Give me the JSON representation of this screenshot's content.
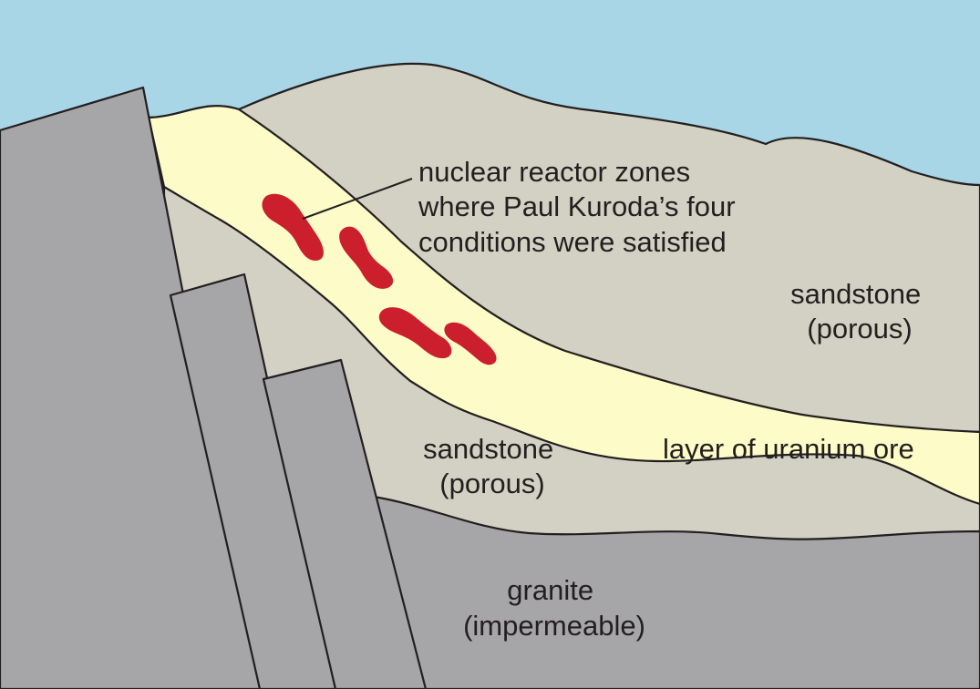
{
  "colors": {
    "sky": "#a8d6e6",
    "sandstone": "#d3d1c3",
    "uranium_ore": "#fdfbc7",
    "granite": "#a6a5a8",
    "reactor_zone": "#cb1f2e",
    "outline": "#231f20"
  },
  "labels": {
    "reactor_zones": [
      "nuclear reactor zones",
      "where Paul Kuroda’s four",
      "conditions were satisfied"
    ],
    "sandstone_upper": [
      "sandstone",
      "(porous)"
    ],
    "sandstone_lower": [
      "sandstone",
      "(porous)"
    ],
    "uranium_layer": "layer of uranium ore",
    "granite": [
      "granite",
      "(impermeable)"
    ]
  }
}
